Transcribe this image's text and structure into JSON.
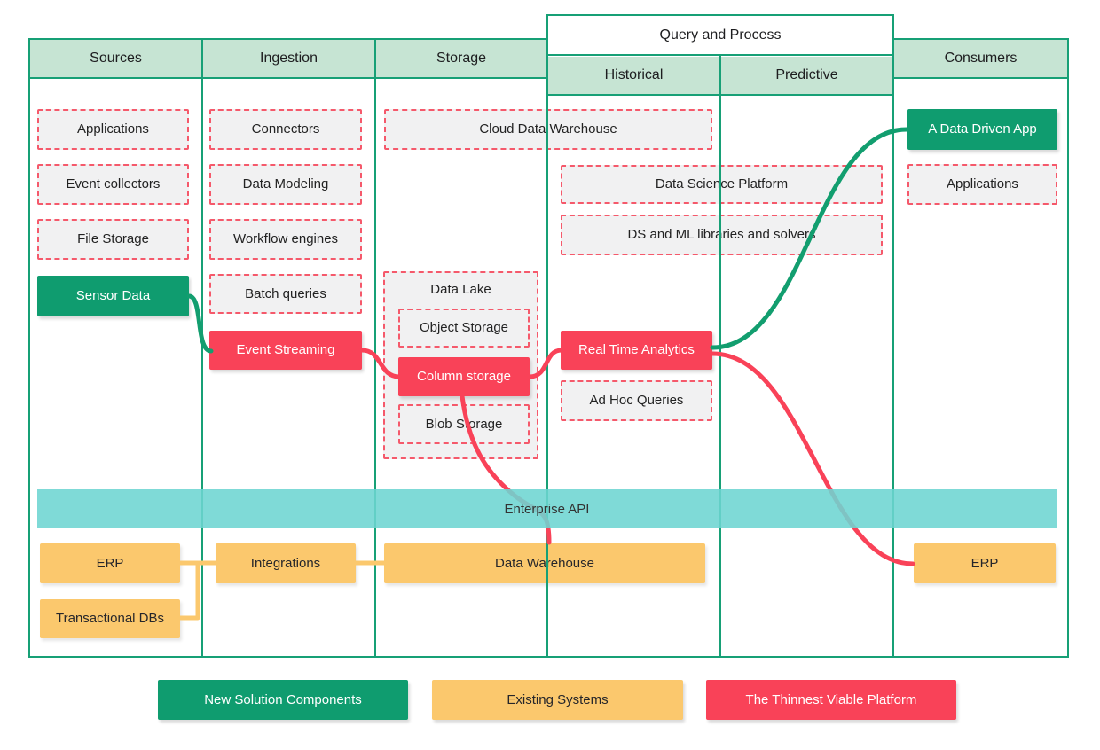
{
  "palette": {
    "green_solid": "#0f9c6f",
    "green_border": "#17a076",
    "green_header_fill": "#c6e4d3",
    "red_solid": "#f94258",
    "red_dashed_border": "#f5596b",
    "gray_box_fill": "#f1f1f2",
    "yellow": "#fbc86d",
    "teal_band": "#7edad7"
  },
  "headers": {
    "sources": "Sources",
    "ingestion": "Ingestion",
    "storage": "Storage",
    "query_and_process": "Query and Process",
    "historical": "Historical",
    "predictive": "Predictive",
    "consumers": "Consumers"
  },
  "sources": {
    "applications": "Applications",
    "event_collectors": "Event collectors",
    "file_storage": "File Storage",
    "sensor_data": "Sensor Data"
  },
  "ingestion": {
    "connectors": "Connectors",
    "data_modeling": "Data Modeling",
    "workflow_engines": "Workflow engines",
    "batch_queries": "Batch queries",
    "event_streaming": "Event Streaming"
  },
  "storage": {
    "cloud_data_warehouse": "Cloud Data Warehouse",
    "data_lake": "Data Lake",
    "object_storage": "Object Storage",
    "column_storage": "Column storage",
    "blob_storage": "Blob Storage"
  },
  "query_process": {
    "data_science_platform": "Data Science Platform",
    "ds_ml_libraries": "DS and ML libraries and solvers",
    "real_time_analytics": "Real Time Analytics",
    "ad_hoc_queries": "Ad Hoc Queries"
  },
  "consumers": {
    "a_data_driven_app": "A Data Driven App",
    "applications": "Applications"
  },
  "enterprise_api": {
    "label": "Enterprise API"
  },
  "existing_systems": {
    "erp_left": "ERP",
    "transactional_dbs": "Transactional DBs",
    "integrations": "Integrations",
    "data_warehouse": "Data Warehouse",
    "erp_right": "ERP"
  },
  "legend": {
    "new_solution": "New Solution Components",
    "existing": "Existing Systems",
    "thinnest": "The Thinnest Viable Platform"
  }
}
